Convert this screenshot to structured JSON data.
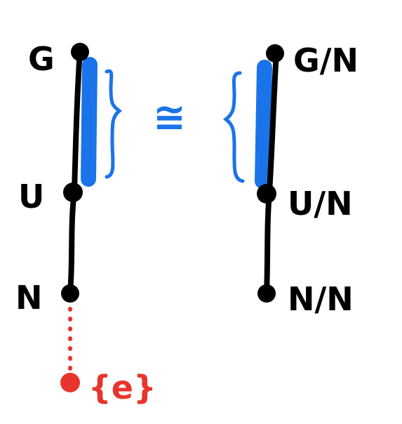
{
  "colors": {
    "ink": "#000000",
    "highlight": "#1a73e8",
    "trivial": "#e8352c"
  },
  "left_lattice": {
    "top_label": "G",
    "middle_label": "U",
    "bottom_label": "N",
    "identity_label": "{e}"
  },
  "relation_symbol": "≅",
  "right_lattice": {
    "top_label": "G/N",
    "middle_label": "U/N",
    "bottom_label": "N/N"
  }
}
